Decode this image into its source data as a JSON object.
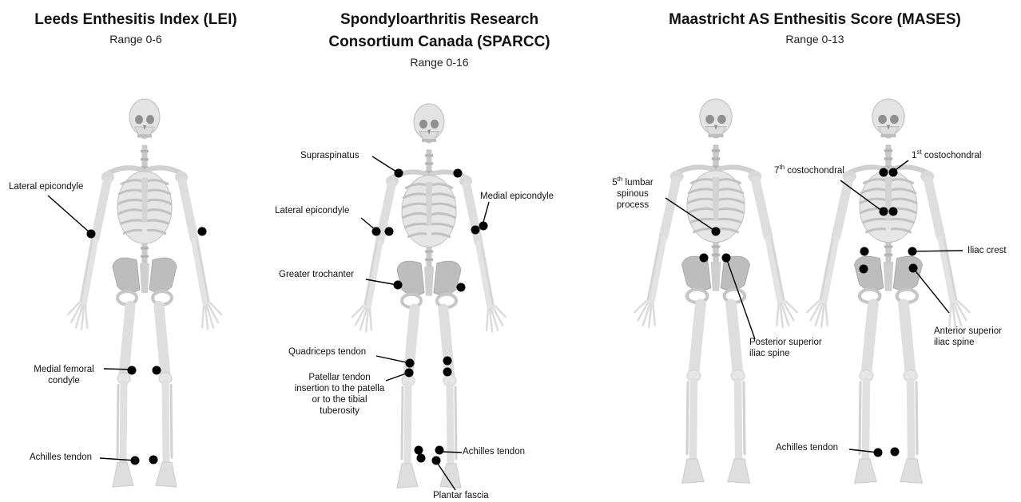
{
  "panels": [
    {
      "id": "lei",
      "title_lines": [
        "Leeds Enthesitis Index (LEI)"
      ],
      "range": "Range 0-6"
    },
    {
      "id": "sparcc",
      "title_lines": [
        "Spondyloarthritis Research",
        "Consortium Canada (SPARCC)"
      ],
      "range": "Range 0-16"
    },
    {
      "id": "mases",
      "title_lines": [
        "Maastricht AS Enthesitis Score (MASES)"
      ],
      "range": "Range 0-13"
    }
  ],
  "labels": {
    "lei_lateral_epicondyle": "Lateral epicondyle",
    "lei_medial_femoral_1": "Medial femoral",
    "lei_medial_femoral_2": "condyle",
    "lei_achilles": "Achilles tendon",
    "sp_supraspinatus": "Supraspinatus",
    "sp_lateral_epicondyle": "Lateral epicondyle",
    "sp_medial_epicondyle": "Medial epicondyle",
    "sp_greater_trochanter": "Greater trochanter",
    "sp_quadriceps": "Quadriceps tendon",
    "sp_patellar_1": "Patellar tendon",
    "sp_patellar_2": "insertion to the patella",
    "sp_patellar_3": "or to the tibial",
    "sp_patellar_4": "tuberosity",
    "sp_achilles": "Achilles tendon",
    "sp_plantar": "Plantar fascia",
    "ma_lumbar_num": "5",
    "ma_lumbar_sup": "th",
    "ma_lumbar_1": " lumbar",
    "ma_lumbar_2": "spinous",
    "ma_lumbar_3": "process",
    "ma_seventh_num": "7",
    "ma_seventh_sup": "th",
    "ma_seventh_text": " costochondral",
    "ma_first_num": "1",
    "ma_first_sup": "st",
    "ma_first_text": " costochondral",
    "ma_iliac_crest": "Iliac crest",
    "ma_psis_1": "Posterior superior",
    "ma_psis_2": "iliac spine",
    "ma_asis_1": "Anterior superior",
    "ma_asis_2": "iliac spine",
    "ma_achilles": "Achilles tendon"
  },
  "colors": {
    "bone": "#e3e3e3",
    "bone_dark": "#c4c4c4",
    "bone_edge": "#b3b3b3",
    "marker": "#000000",
    "leader": "#000000"
  }
}
